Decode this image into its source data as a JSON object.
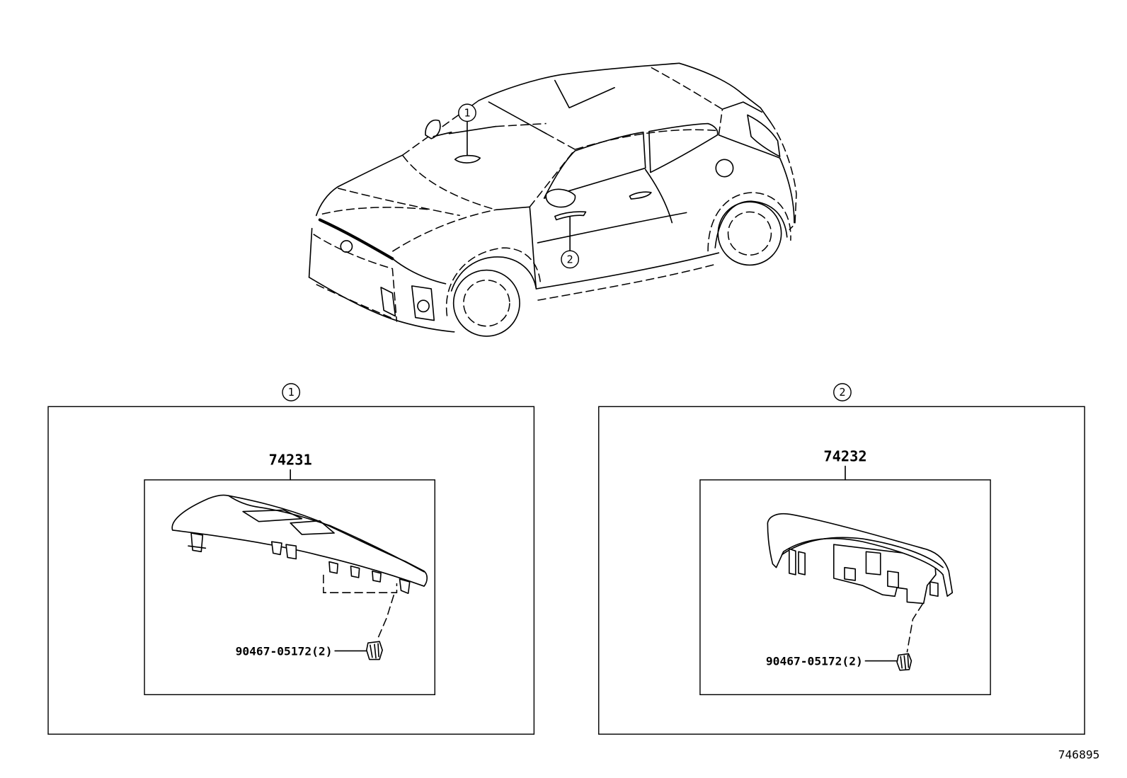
{
  "colors": {
    "line": "#000000",
    "background": "#ffffff"
  },
  "vehicle": {
    "callouts": [
      {
        "label": "1"
      },
      {
        "label": "2"
      }
    ]
  },
  "panels": [
    {
      "callout": "1",
      "part_number": "74231",
      "fastener": "90467-05172(2)"
    },
    {
      "callout": "2",
      "part_number": "74232",
      "fastener": "90467-05172(2)"
    }
  ],
  "illustration_number": "746895"
}
